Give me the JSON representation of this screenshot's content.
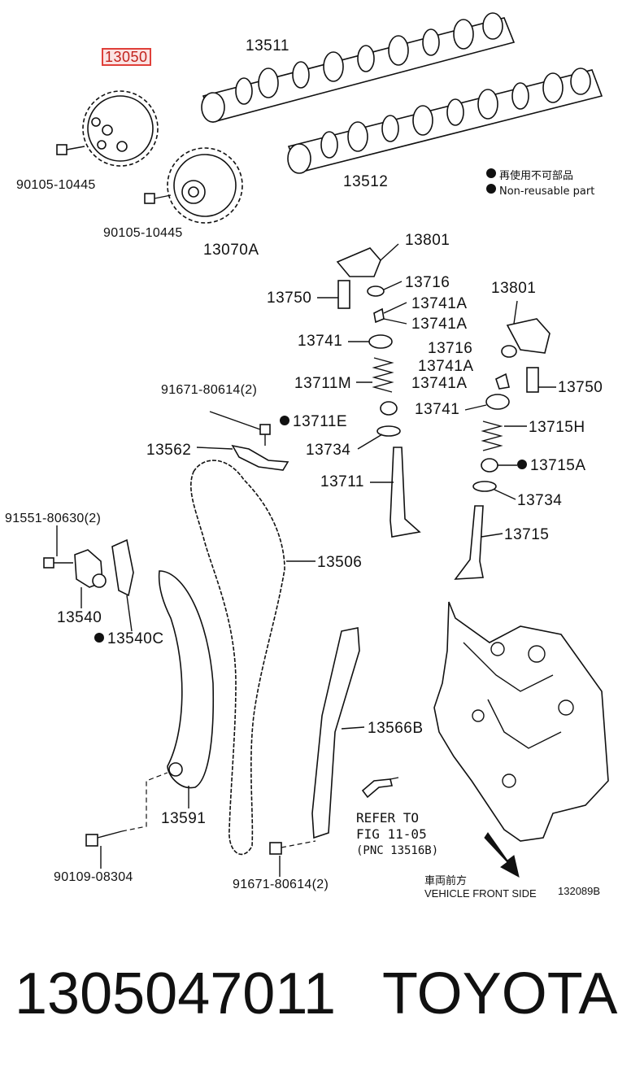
{
  "part_labels": {
    "p13050": "13050",
    "p13511": "13511",
    "p13512": "13512",
    "p90105_a": "90105-10445",
    "p90105_b": "90105-10445",
    "p13070A": "13070A",
    "p13801_a": "13801",
    "p13801_b": "13801",
    "p13750_a": "13750",
    "p13750_b": "13750",
    "p13716_a": "13716",
    "p13716_b": "13716",
    "p13741A_1": "13741A",
    "p13741A_2": "13741A",
    "p13741A_3": "13741A",
    "p13741A_4": "13741A",
    "p13741_a": "13741",
    "p13741_b": "13741",
    "p13711M": "13711M",
    "p13715H": "13715H",
    "p91671_a": "91671-80614(2)",
    "p13711E": "13711E",
    "p13715A": "13715A",
    "p13562": "13562",
    "p13734_a": "13734",
    "p13734_b": "13734",
    "p13711": "13711",
    "p13715": "13715",
    "p91551": "91551-80630(2)",
    "p13506": "13506",
    "p13540": "13540",
    "p13540C": "13540C",
    "p13566B": "13566B",
    "p13591": "13591",
    "p90109": "90109-08304",
    "p91671_b": "91671-80614(2)"
  },
  "legend": {
    "jp": "再使用不可部品",
    "en": "Non-reusable part"
  },
  "refer": {
    "line1": "REFER TO",
    "line2": "FIG 11-05",
    "line3": "(PNC 13516B)"
  },
  "vehicle_front": {
    "jp": "車両前方",
    "en": "VEHICLE FRONT SIDE"
  },
  "diagram_code": "132089B",
  "footer": {
    "part_number": "1305047011",
    "brand": "TOYOTA"
  },
  "colors": {
    "highlight_border": "#e0403a",
    "highlight_fill": "#fbe3e3",
    "line": "#111111"
  }
}
